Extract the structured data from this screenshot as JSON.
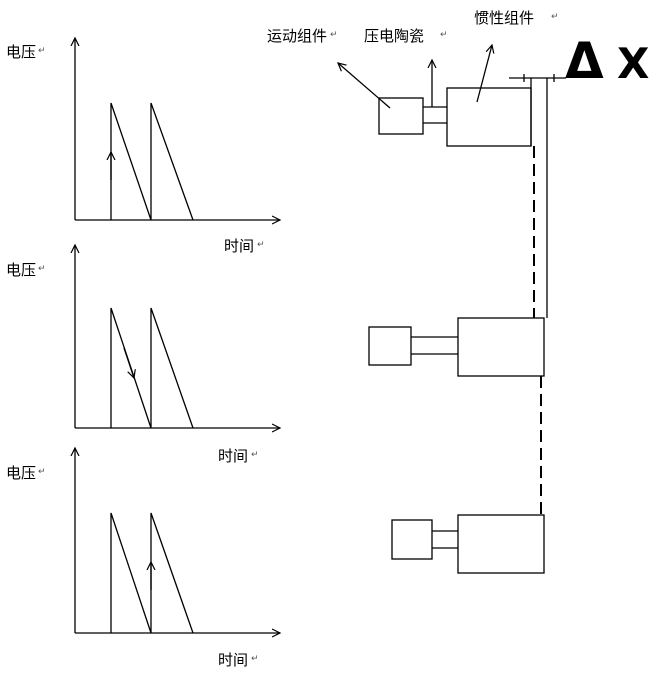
{
  "graphs": [
    {
      "y_label": "电压",
      "x_label": "时间",
      "arrow_direction": "up"
    },
    {
      "y_label": "电压",
      "x_label": "时间",
      "arrow_direction": "down"
    },
    {
      "y_label": "电压",
      "x_label": "时间",
      "arrow_direction": "up"
    }
  ],
  "callouts": {
    "moving": "运动组件",
    "piezo": "压电陶瓷",
    "inertial": "惯性组件"
  },
  "displacement": {
    "symbol": "Δ",
    "variable": "X"
  },
  "return_mark": "↵"
}
